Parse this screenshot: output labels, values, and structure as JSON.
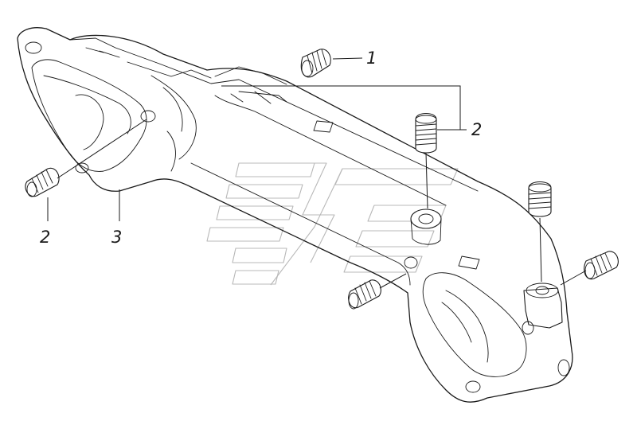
{
  "callouts": [
    {
      "id": "c1",
      "label": "1"
    },
    {
      "id": "c2a",
      "label": "2"
    },
    {
      "id": "c2b",
      "label": "2"
    },
    {
      "id": "c3",
      "label": "3"
    }
  ],
  "colors": {
    "line": "#1a1a1a",
    "watermark": "#b8b8b8",
    "background": "#ffffff"
  }
}
